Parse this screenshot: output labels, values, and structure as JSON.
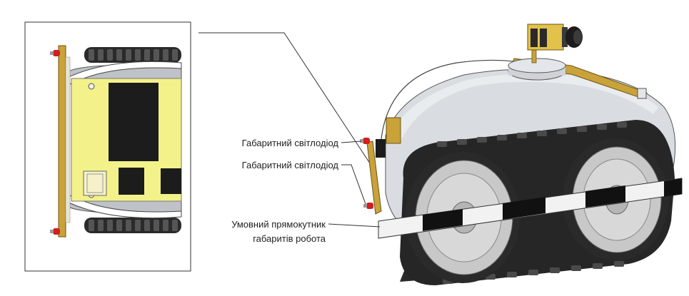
{
  "labels": {
    "led_top": "Габаритний світлодіод",
    "led_bottom": "Габаритний світлодіод",
    "rect_line1": "Умовний прямокутник",
    "rect_line2": "габаритів робота"
  },
  "colors": {
    "board_yellow": "#f3f28a",
    "chip_black": "#1c1c1c",
    "body_grey": "#d9dde2",
    "track_dark": "#2a2a2a",
    "wheel_grey": "#c8c8c8",
    "led_red": "#d21e1e",
    "brass": "#c9a23a",
    "line": "#333333"
  }
}
